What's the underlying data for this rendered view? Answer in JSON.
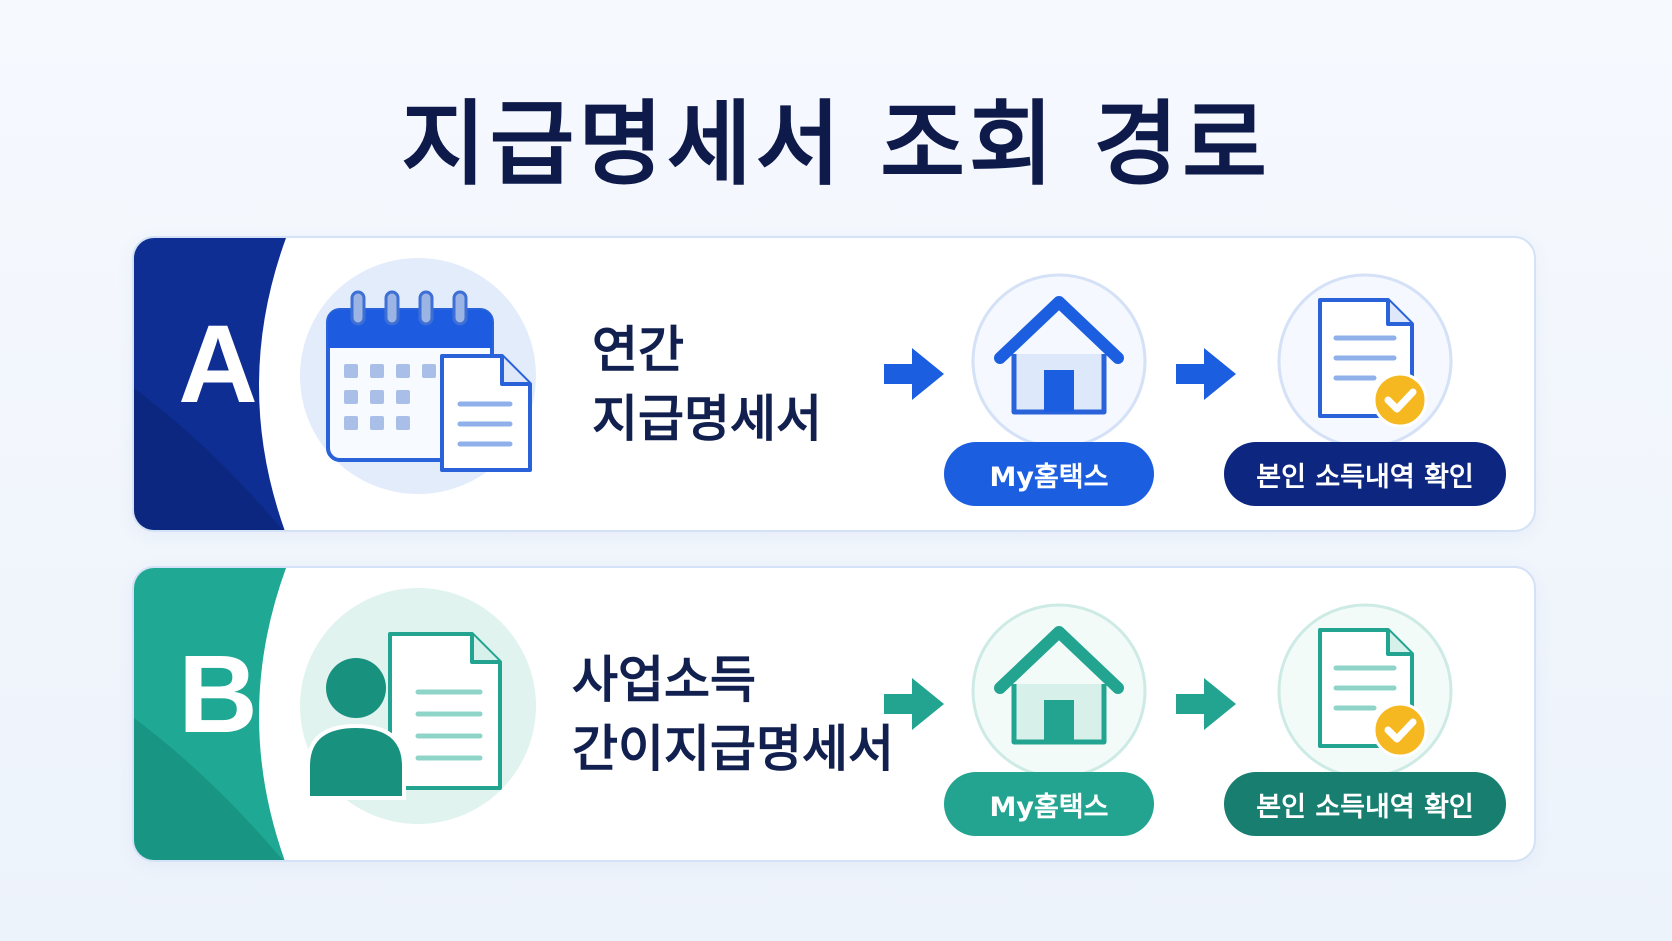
{
  "title": "지급명세서 조회 경로",
  "rows": [
    {
      "letter": "A",
      "label_lines": [
        "연간",
        "지급명세서"
      ],
      "main_icon": "calendar-document-icon",
      "steps": [
        {
          "icon": "home-icon",
          "label": "My홈택스"
        },
        {
          "icon": "document-check-icon",
          "label": "본인 소득내역 확인"
        }
      ],
      "colors": {
        "primary": "#1b5fe0",
        "dark": "#0d2680",
        "light": "#dfe9fb"
      }
    },
    {
      "letter": "B",
      "label_lines": [
        "사업소득",
        "간이지급명세서"
      ],
      "main_icon": "person-document-icon",
      "steps": [
        {
          "icon": "home-icon",
          "label": "My홈택스"
        },
        {
          "icon": "document-check-icon",
          "label": "본인 소득내역 확인"
        }
      ],
      "colors": {
        "primary": "#22a491",
        "dark": "#177e70",
        "light": "#ddf3ef"
      }
    }
  ]
}
